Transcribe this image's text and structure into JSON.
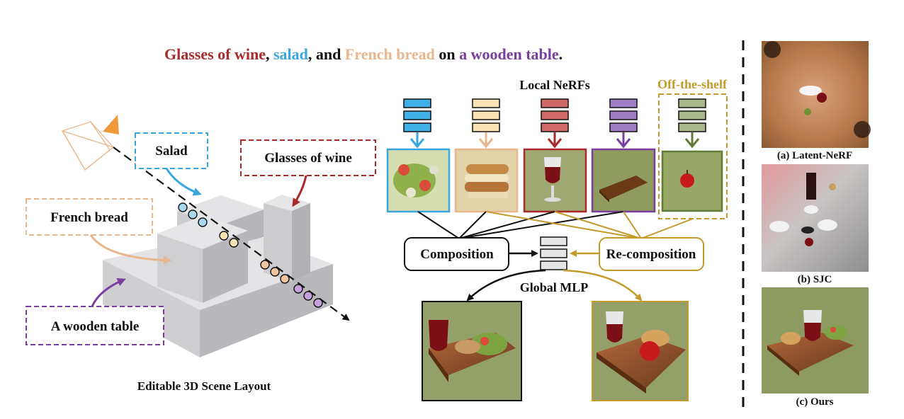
{
  "prompt": {
    "part1": "Glasses of wine",
    "sep1": ", ",
    "part2": "salad",
    "sep2": ", and ",
    "part3": "French bread",
    "sep3": " on ",
    "part4": "a wooden table",
    "end": "."
  },
  "colors": {
    "wine": "#a82a2a",
    "salad": "#3aa6de",
    "bread": "#eab68c",
    "table": "#7a3f9e",
    "offshelf": "#c49a2c",
    "apple": "#5f7c37",
    "black": "#111111"
  },
  "layout_labels": {
    "salad": "Salad",
    "glasses": "Glasses of wine",
    "bread": "French bread",
    "table": "A wooden table",
    "caption": "Editable 3D Scene Layout"
  },
  "nerf": {
    "local_title": "Local NeRFs",
    "offshelf_title": "Off-the-shelf",
    "composition": "Composition",
    "recomposition": "Re-composition",
    "global_mlp": "Global MLP"
  },
  "comparison": {
    "a": "(a) Latent-NeRF",
    "b": "(b) SJC",
    "c": "(c) Ours"
  }
}
